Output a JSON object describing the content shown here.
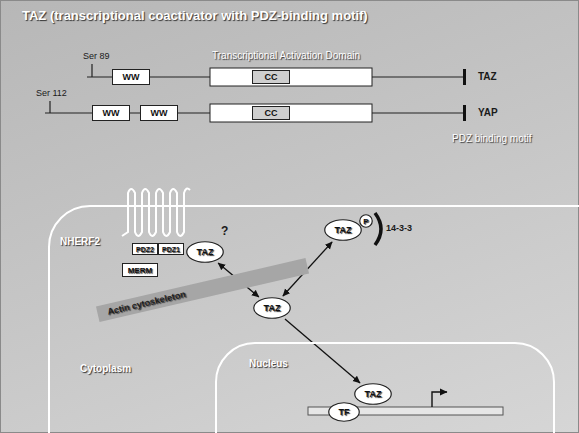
{
  "diagram": {
    "title": "TAZ (transcriptional coactivator with PDZ-binding motif)",
    "nodes": [
      {
        "text": [
          "WW"
        ]
      },
      {
        "text": [
          "CC"
        ]
      },
      {
        "text": [
          "WW"
        ]
      },
      {
        "text": [
          "WW"
        ]
      },
      {
        "text": [
          "CC"
        ]
      },
      {
        "text": [
          "Cytoplasm"
        ]
      },
      {
        "text": [
          "PDZ2"
        ],
        "in": 5
      },
      {
        "text": [
          "PDZ1"
        ],
        "in": 5
      },
      {
        "text": [
          "TAZ"
        ],
        "in": 5
      },
      {
        "text": [
          "MERM"
        ],
        "in": 5
      },
      {
        "text": [
          "TAZ"
        ],
        "in": 5
      },
      {
        "text": [
          "P"
        ],
        "in": 5
      },
      {
        "text": [
          "Actin cytoskeleton"
        ],
        "in": 5
      },
      {
        "text": [
          "TAZ"
        ],
        "in": 5
      },
      {
        "text": [
          "Nucleus"
        ],
        "in": 5
      },
      {
        "text": [
          "TAZ"
        ],
        "in": 14
      },
      {
        "text": [
          "TF"
        ],
        "in": 14
      }
    ],
    "edges": [
      {
        "from": 8,
        "to": 13,
        "arrow": "both"
      },
      {
        "from": 13,
        "to": 10,
        "arrow": "both"
      },
      {
        "from": 13,
        "to": 15,
        "arrow": "to"
      }
    ],
    "labels": [
      "Transcriptional Activation Domain",
      "Ser 89",
      "TAZ",
      "Ser 112",
      "YAP",
      "PDZ binding motif",
      "NHERF2",
      "?",
      "14-3-3"
    ]
  }
}
